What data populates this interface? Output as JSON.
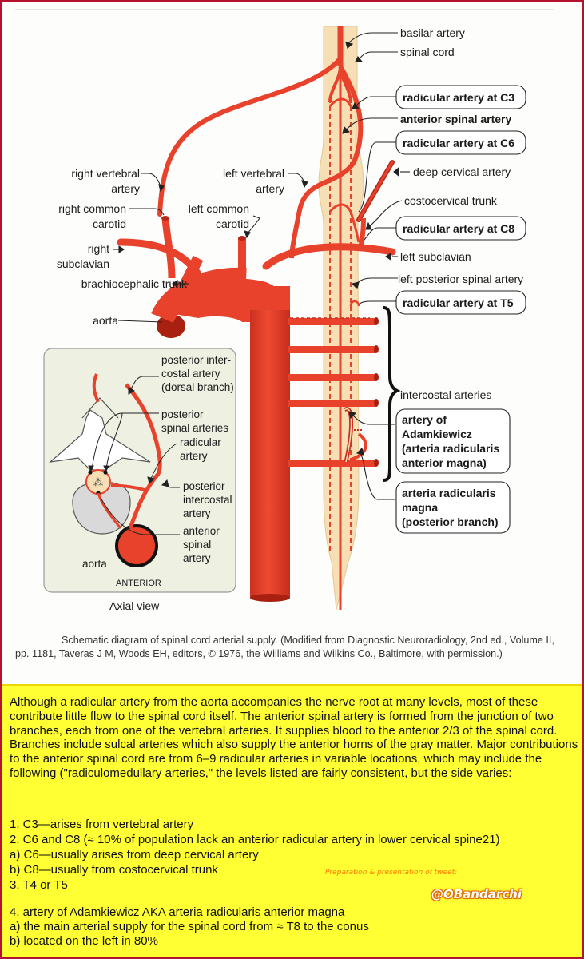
{
  "diagram": {
    "labels": {
      "basilar_artery": "basilar artery",
      "spinal_cord": "spinal cord",
      "radicular_c3": "radicular artery at C3",
      "anterior_spinal_artery": "anterior spinal artery",
      "radicular_c6": "radicular artery at C6",
      "deep_cervical_artery": "deep cervical artery",
      "costocervical_trunk": "costocervical trunk",
      "radicular_c8": "radicular artery at C8",
      "left_subclavian": "left subclavian",
      "left_posterior_spinal_artery": "left posterior spinal artery",
      "radicular_t5": "radicular artery at T5",
      "right_vertebral_artery": [
        "right vertebral",
        "artery"
      ],
      "left_vertebral_artery": [
        "left vertebral",
        "artery"
      ],
      "right_common_carotid": [
        "right common",
        "carotid"
      ],
      "left_common_carotid": [
        "left common",
        "carotid"
      ],
      "right_subclavian": [
        "right",
        "subclavian"
      ],
      "brachiocephalic_trunk": "brachiocephalic trunk",
      "aorta": "aorta",
      "intercostal_arteries": "intercostal arteries",
      "artery_of_adamkiewicz": [
        "artery of",
        "Adamkiewicz",
        "(arteria radicularis",
        "anterior magna)"
      ],
      "arteria_radicularis_magna": [
        "arteria radicularis",
        "magna",
        "(posterior branch)"
      ]
    },
    "inset": {
      "posterior_intercostal_dorsal": [
        "posterior inter-",
        "costal artery",
        "(dorsal branch)"
      ],
      "posterior_spinal_arteries": [
        "posterior",
        "spinal arteries"
      ],
      "radicular_artery": [
        "radicular",
        "artery"
      ],
      "posterior_intercostal_artery": [
        "posterior",
        "intercostal",
        "artery"
      ],
      "anterior_spinal_artery": [
        "anterior",
        "spinal",
        "artery"
      ],
      "aorta": "aorta",
      "anterior": "ANTERIOR",
      "axial_view": "Axial view"
    },
    "caption": "Schematic diagram of spinal cord arterial supply. (Modified from Diagnostic Neuroradiology, 2nd ed., Volume II, pp. 1181, Taveras J M, Woods EH, editors, © 1976, the Williams and Wilkins Co., Baltimore, with permission.)",
    "colors": {
      "artery": "#e8422c",
      "artery_dark": "#b8281a",
      "cord": "#f6dfb4",
      "inset_bg": "#eef0e2",
      "panel": "#ffff33"
    }
  },
  "text_panel": {
    "paragraph": "Although a radicular artery from the aorta accompanies the nerve root at many levels, most of these contribute little flow to the spinal cord itself. The anterior spinal artery is formed from the junction of two branches, each from one of the vertebral arteries. It supplies blood to the anterior 2/3 of the spinal cord. Branches include sulcal arteries which also supply the anterior horns of the gray matter. Major contributions to the anterior spinal cord are from 6–9 radicular arteries in variable locations, which may include the following (\"radiculomedullary arteries,\" the levels listed are fairly consistent, but the side varies:",
    "list": [
      "1. C3—arises from vertebral artery",
      "2. C6 and C8 (≈ 10% of population lack an anterior radicular artery in lower cervical spine21)",
      "a) C6—usually arises from deep cervical artery",
      "b) C8—usually from costocervical trunk",
      "3. T4 or T5",
      "4. artery of Adamkiewicz AKA arteria radicularis anterior magna",
      "a) the main arterial supply for the spinal cord from ≈ T8 to the conus",
      "b) located on the left in 80%"
    ],
    "credit": "Preparation & presentation of tweet:",
    "handle": "@OBandarchi"
  }
}
